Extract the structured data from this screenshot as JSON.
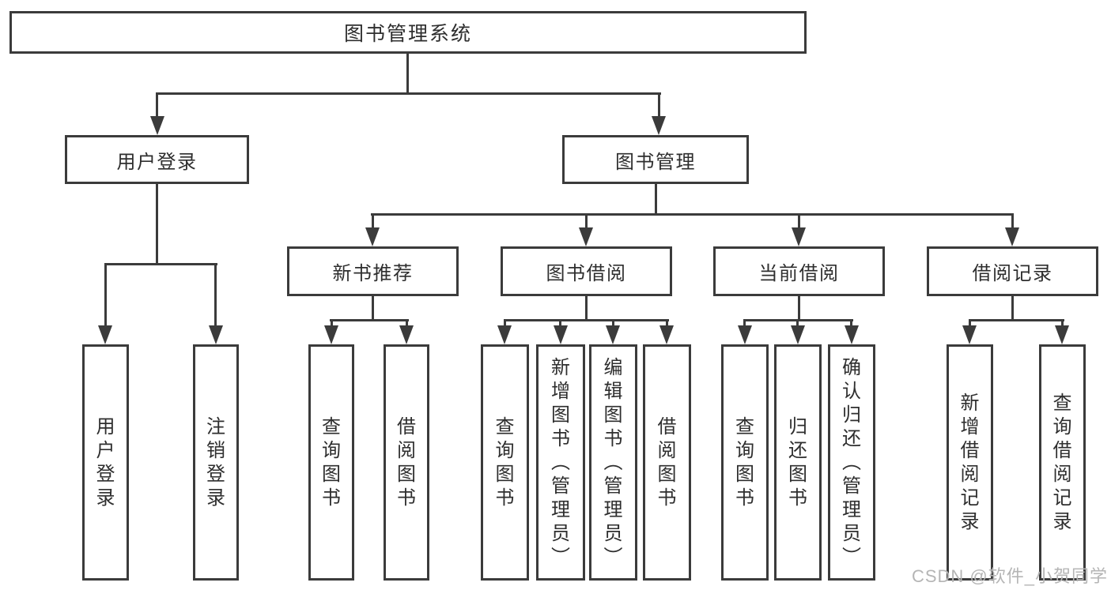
{
  "diagram": {
    "colors": {
      "background": "#ffffff",
      "box_background": "#ffffff",
      "line": "#3b3b3b",
      "text": "#2e2e2e",
      "watermark": "#b5b5b5"
    },
    "root": {
      "label": "图书管理系统"
    },
    "branches": [
      {
        "label": "用户登录",
        "children": [
          {
            "label": "用户登录"
          },
          {
            "label": "注销登录"
          }
        ]
      },
      {
        "label": "图书管理",
        "children": [
          {
            "label": "新书推荐",
            "children": [
              {
                "label": "查询图书"
              },
              {
                "label": "借阅图书"
              }
            ]
          },
          {
            "label": "图书借阅",
            "children": [
              {
                "label": "查询图书"
              },
              {
                "label": "新增图书（管理员）"
              },
              {
                "label": "编辑图书（管理员）"
              },
              {
                "label": "借阅图书"
              }
            ]
          },
          {
            "label": "当前借阅",
            "children": [
              {
                "label": "查询图书"
              },
              {
                "label": "归还图书"
              },
              {
                "label": "确认归还（管理员）"
              }
            ]
          },
          {
            "label": "借阅记录",
            "children": [
              {
                "label": "新增借阅记录"
              },
              {
                "label": "查询借阅记录"
              }
            ]
          }
        ]
      }
    ],
    "watermark": "CSDN @软件_小贺同学"
  }
}
